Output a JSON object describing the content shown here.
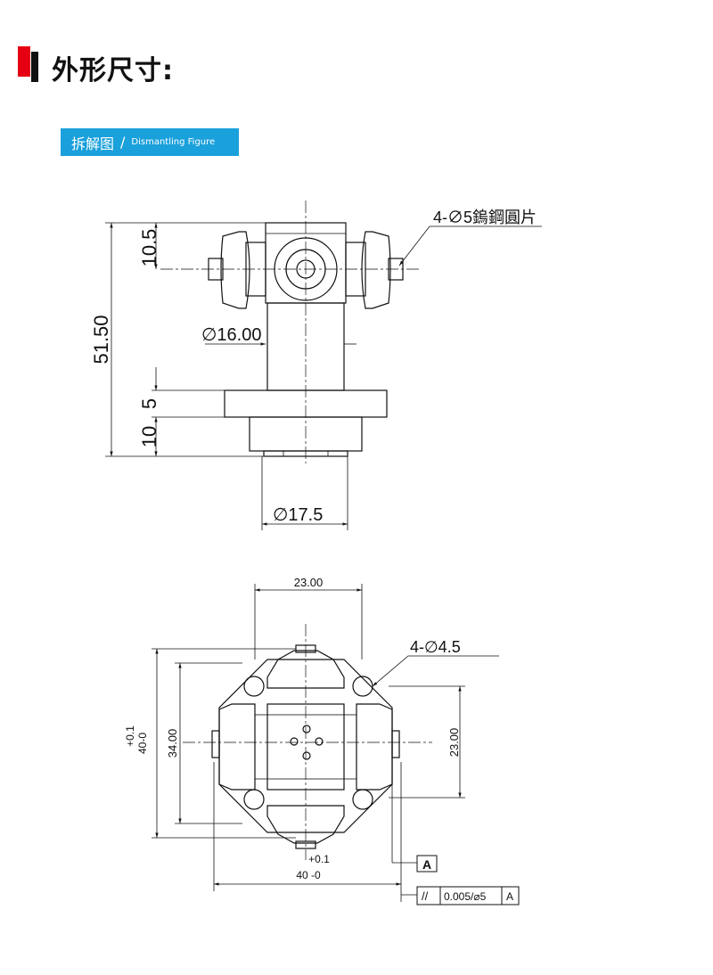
{
  "header": {
    "title": "外形尺寸:",
    "accent_color": "#e60012"
  },
  "section_tag": {
    "label_zh": "拆解图",
    "separator": "/",
    "label_en": "Dismantling Figure",
    "color": "#1aa0db"
  },
  "side_view": {
    "dim_top": "10.5",
    "dim_total": "51.50",
    "dim_flange": "5",
    "dim_base": "10",
    "dim_shaft_dia": "∅16.00",
    "dim_base_dia": "∅17.5",
    "callout_label": "4-∅5鎢鋼圓片"
  },
  "top_view": {
    "dim_top_width": "23.00",
    "dim_right_height": "23.00",
    "dim_hole_span": "34.00",
    "dim_height_tol_plus": "+0.1",
    "dim_height_tol_nominal": "40-0",
    "dim_width_tol_plus": "+0.1",
    "dim_width_tol_nominal": "40 -0",
    "hole_callout": "4-∅4.5",
    "datum_symbol": "A",
    "tolerance_symbol": "//",
    "tolerance_value": "0.005/⌀5",
    "tolerance_datum": "A"
  }
}
